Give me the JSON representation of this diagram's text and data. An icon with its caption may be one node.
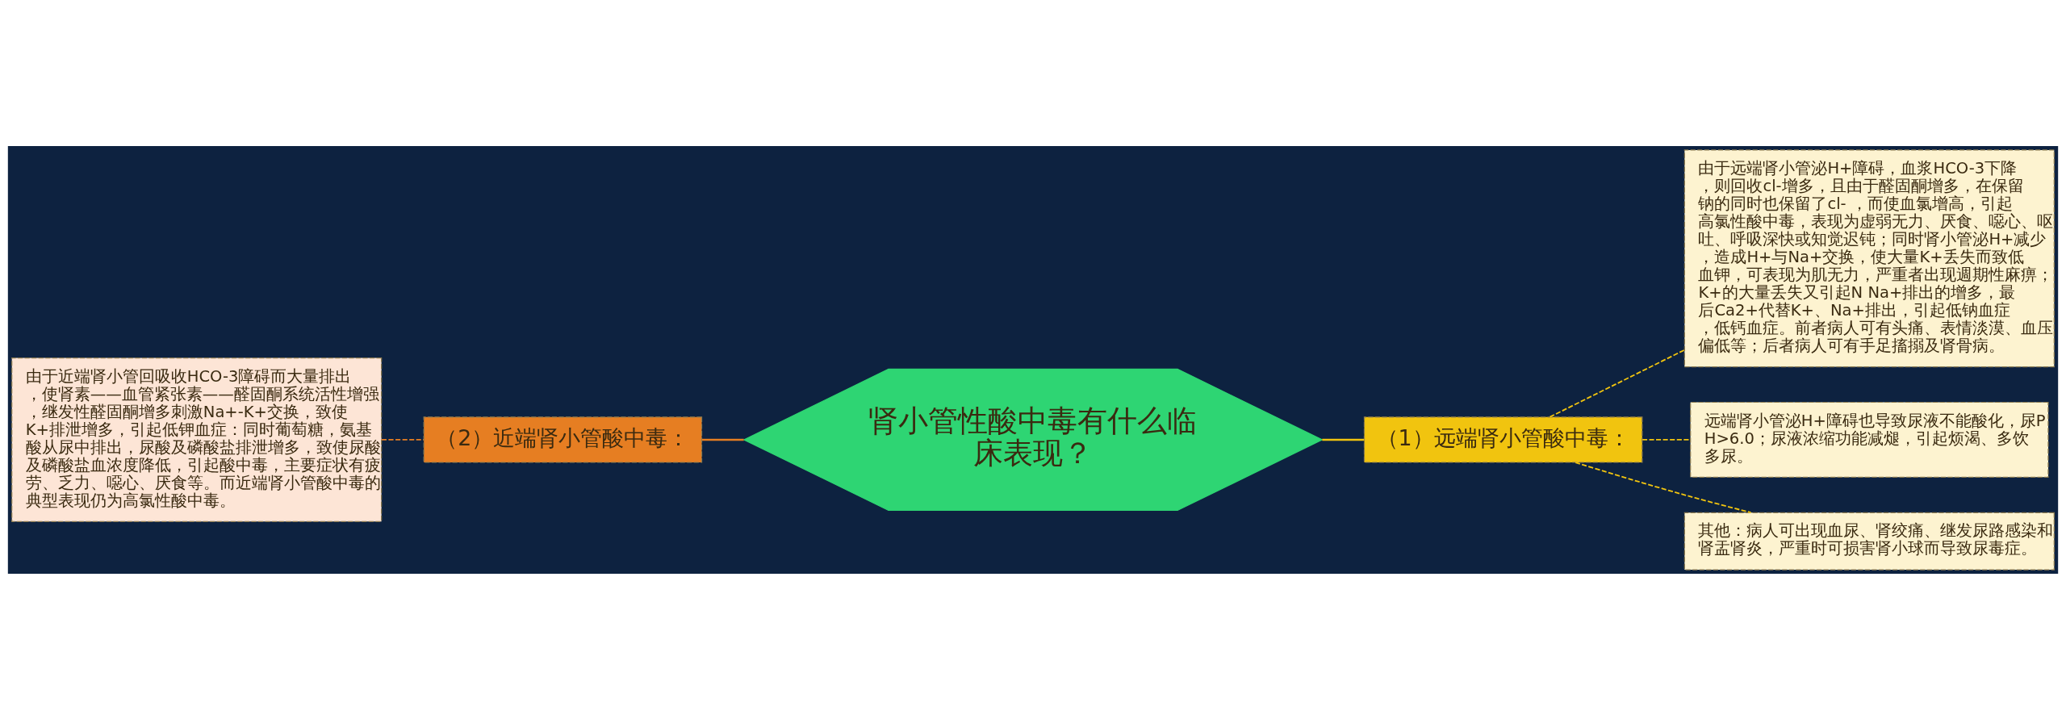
{
  "diagram": {
    "nodes": [
      {
        "text": [
          "肾小管性酸中毒有什么临床表现？"
        ]
      },
      {
        "text": [
          "（1）远端肾小管酸中毒："
        ]
      },
      {
        "text": [
          "由于远端肾小管泌H+障碍，血浆HCO-3下降，则回收cl-增多，且由于醛固酮增多，在保留钠的同时也保留了cl- ，而使血氯增高，引起高氯性酸中毒，表现为虚弱无力、厌食、噁心、呕吐、呼吸深快或知觉迟钝；同时肾小管泌H+减少，造成H+与Na+交换，使大量K+丢失而致低血钾，可表现为肌无力，严重者出现週期性麻痹；K+的大量丢失又引起N Na+排出的增多，最后Ca2+代替K+、Na+排出，引起低钠血症，低钙血症。前者病人可有头痛、表情淡漠、血压偏低等；后者病人可有手足搐搦及肾骨病。"
        ]
      },
      {
        "text": [
          "远端肾小管泌H+障碍也导致尿液不能酸化，尿PH>6.0；尿液浓缩功能减煺，引起烦渴、多饮多尿。"
        ]
      },
      {
        "text": [
          "其他：病人可出现血尿、肾绞痛、继发尿路感染和肾盂肾炎，严重时可损害肾小球而导致尿毒症。"
        ]
      },
      {
        "text": [
          "（2）近端肾小管酸中毒："
        ]
      },
      {
        "text": [
          "由于近端肾小管回吸收HCO-3障碍而大量排出，使肾素——血管紧张素——醛固酮系统活性增强，继发性醛固酮增多刺激Na+-K+交换，致使K+排泄增多，引起低钾血症：同时葡萄糖，氨基酸从尿中排出，尿酸及磷酸盐排泄增多，致使尿酸及磷酸盐血浓度降低，引起酸中毒，主要症状有疲劳、乏力、噁心、厌食等。而近端肾小管酸中毒的典型表现仍为高氯性酸中毒。"
        ]
      }
    ],
    "edges": [
      {
        "from": 0,
        "to": 1,
        "arrow": "none"
      },
      {
        "from": 1,
        "to": 2,
        "arrow": "none",
        "style": "dashed"
      },
      {
        "from": 1,
        "to": 3,
        "arrow": "none",
        "style": "dashed"
      },
      {
        "from": 1,
        "to": 4,
        "arrow": "none",
        "style": "dashed"
      },
      {
        "from": 5,
        "to": 0,
        "arrow": "none",
        "color": "#e67e22"
      },
      {
        "from": 6,
        "to": 5,
        "arrow": "none",
        "style": "dashed",
        "color": "#e67e22"
      }
    ]
  }
}
